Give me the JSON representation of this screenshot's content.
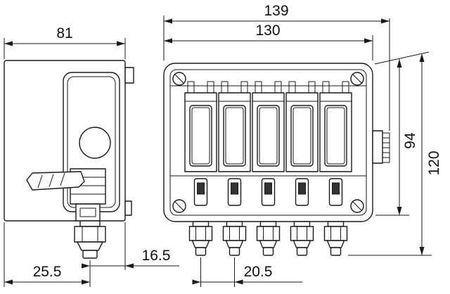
{
  "drawing": {
    "colors": {
      "line": "#1a1a1a",
      "background": "#ffffff"
    },
    "dimensions": {
      "overall_width": "139",
      "body_width": "130",
      "depth": "81",
      "body_height": "94",
      "overall_height": "120",
      "gland_offset_back": "25.5",
      "gland_offset_front": "16.5",
      "gland_pitch": "20.5"
    }
  }
}
